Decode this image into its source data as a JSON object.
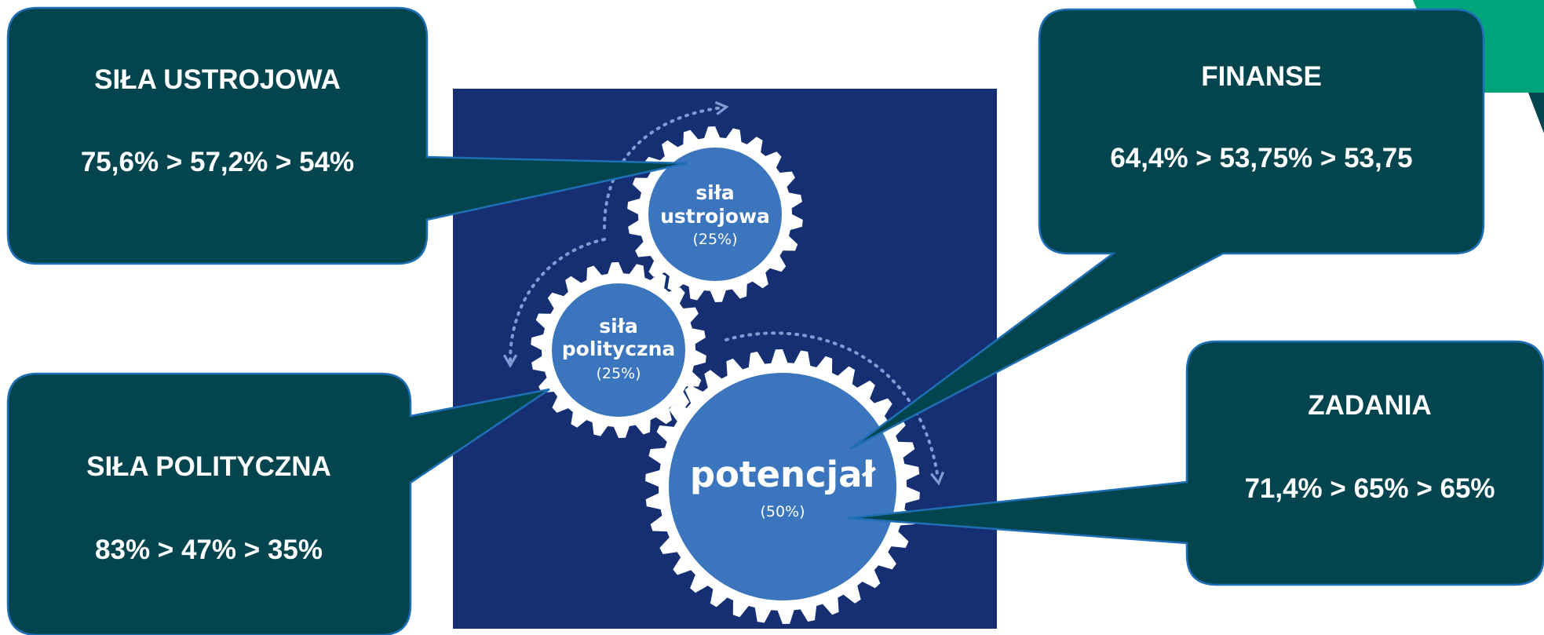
{
  "colors": {
    "box": "#03454F",
    "box_border": "#1F6FB6",
    "panel": "#152F72",
    "gear": "#3A75BD",
    "gear_ring": "#FFFFFF",
    "accent": "#00A37A",
    "arrow": "#7E9DD2"
  },
  "gears": {
    "ustrojowa": {
      "line1": "siła",
      "line2": "ustrojowa",
      "pct": "(25%)"
    },
    "polityczna": {
      "line1": "siła",
      "line2": "polityczna",
      "pct": "(25%)"
    },
    "potencjal": {
      "label": "potencjał",
      "pct": "(50%)"
    }
  },
  "callouts": {
    "ustrojowa": {
      "title": "SIŁA USTROJOWA",
      "values": "75,6% > 57,2% > 54%"
    },
    "polityczna": {
      "title": "SIŁA POLITYCZNA",
      "values": "83% > 47% > 35%"
    },
    "finanse": {
      "title": "FINANSE",
      "values": "64,4% > 53,75% > 53,75"
    },
    "zadania": {
      "title": "ZADANIA",
      "values": "71,4% > 65% > 65%"
    }
  }
}
